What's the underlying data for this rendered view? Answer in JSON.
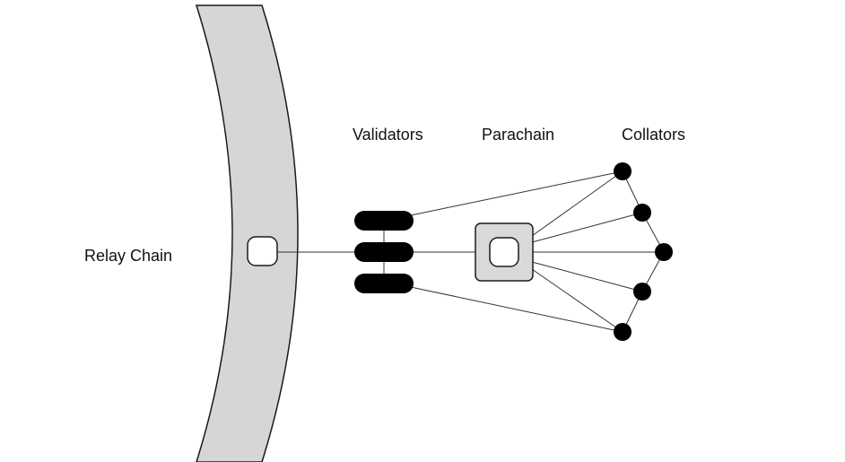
{
  "labels": {
    "relay_chain": "Relay Chain",
    "validators": "Validators",
    "parachain": "Parachain",
    "collators": "Collators"
  },
  "colors": {
    "relay_ring_fill": "#d6d6d6",
    "outline": "#1a1a1a",
    "node_fill": "#000000",
    "slot_fill": "#ffffff",
    "parachain_fill": "#d9d9d9",
    "line": "#333333"
  },
  "counts": {
    "validators": 3,
    "collators": 5
  }
}
